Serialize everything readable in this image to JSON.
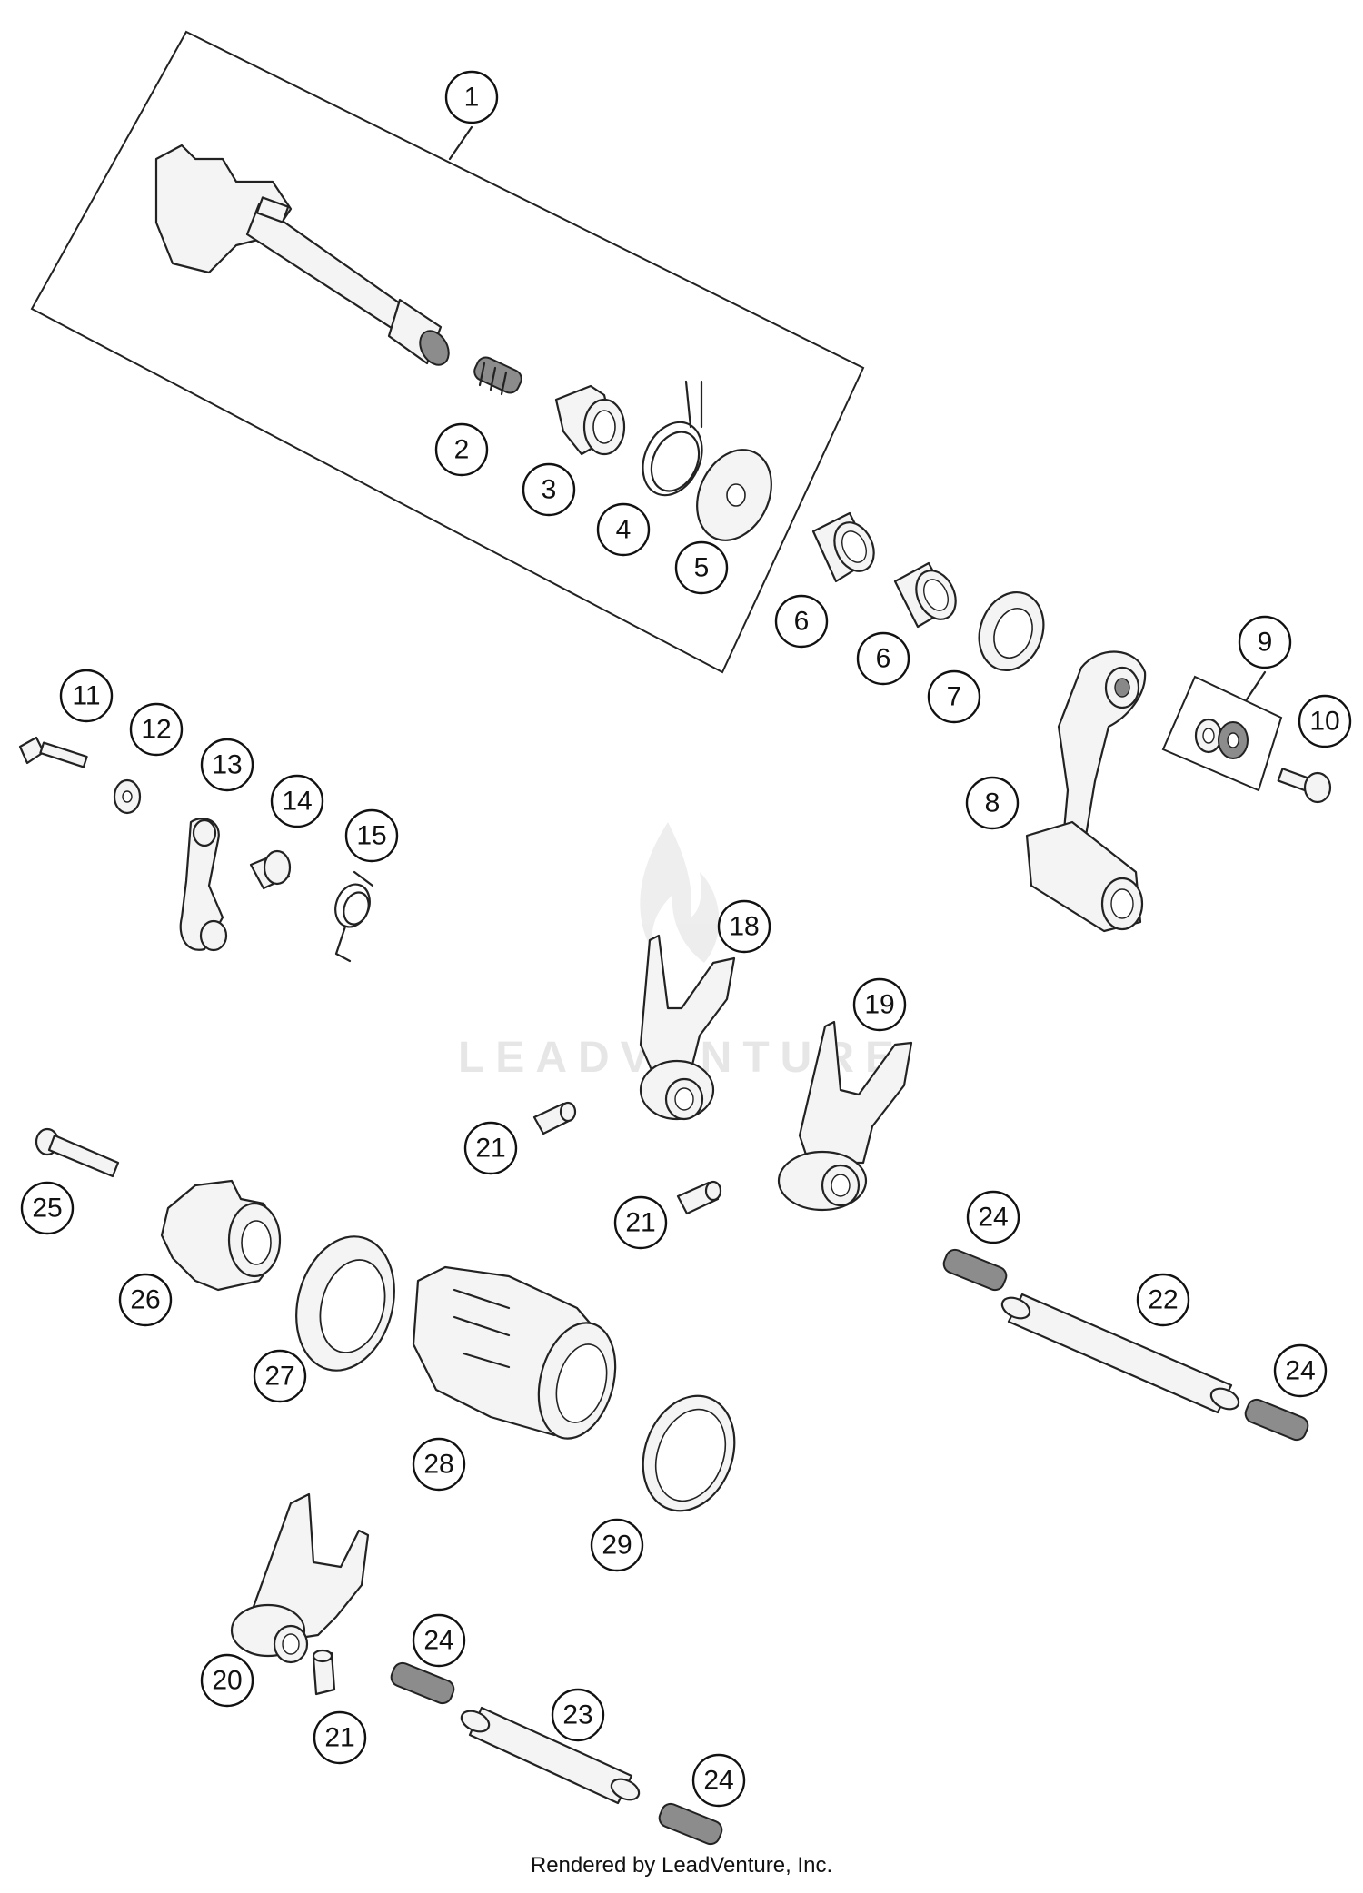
{
  "watermark": {
    "text": "LEADVENTURE"
  },
  "footer": {
    "text": "Rendered by LeadVenture, Inc."
  },
  "callouts": [
    {
      "id": "c1",
      "label": "1"
    },
    {
      "id": "c2",
      "label": "2"
    },
    {
      "id": "c3",
      "label": "3"
    },
    {
      "id": "c4",
      "label": "4"
    },
    {
      "id": "c5",
      "label": "5"
    },
    {
      "id": "c6a",
      "label": "6"
    },
    {
      "id": "c6b",
      "label": "6"
    },
    {
      "id": "c7",
      "label": "7"
    },
    {
      "id": "c8",
      "label": "8"
    },
    {
      "id": "c9",
      "label": "9"
    },
    {
      "id": "c10",
      "label": "10"
    },
    {
      "id": "c11",
      "label": "11"
    },
    {
      "id": "c12",
      "label": "12"
    },
    {
      "id": "c13",
      "label": "13"
    },
    {
      "id": "c14",
      "label": "14"
    },
    {
      "id": "c15",
      "label": "15"
    },
    {
      "id": "c18",
      "label": "18"
    },
    {
      "id": "c19",
      "label": "19"
    },
    {
      "id": "c20",
      "label": "20"
    },
    {
      "id": "c21a",
      "label": "21"
    },
    {
      "id": "c21b",
      "label": "21"
    },
    {
      "id": "c21c",
      "label": "21"
    },
    {
      "id": "c22",
      "label": "22"
    },
    {
      "id": "c23",
      "label": "23"
    },
    {
      "id": "c24a",
      "label": "24"
    },
    {
      "id": "c24b",
      "label": "24"
    },
    {
      "id": "c24c",
      "label": "24"
    },
    {
      "id": "c24d",
      "label": "24"
    },
    {
      "id": "c25",
      "label": "25"
    },
    {
      "id": "c26",
      "label": "26"
    },
    {
      "id": "c27",
      "label": "27"
    },
    {
      "id": "c28",
      "label": "28"
    },
    {
      "id": "c29",
      "label": "29"
    }
  ]
}
